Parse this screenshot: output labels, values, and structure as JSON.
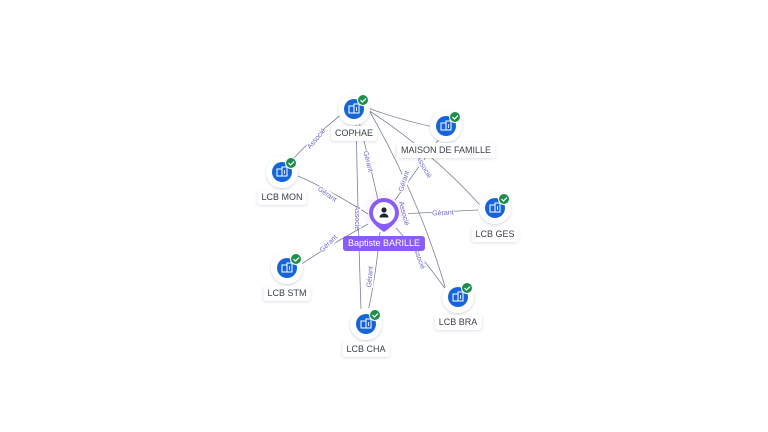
{
  "center": {
    "name": "Baptiste BARILLE",
    "icon": "person-icon",
    "color": "#8a5cf6"
  },
  "companies": [
    {
      "id": "cophae",
      "label": "COPHAE",
      "icon": "building-icon",
      "status": "verified"
    },
    {
      "id": "maison",
      "label": "MAISON DE FAMILLE",
      "icon": "building-icon",
      "status": "verified"
    },
    {
      "id": "lcbmon",
      "label": "LCB MON",
      "icon": "building-icon",
      "status": "verified"
    },
    {
      "id": "lcbges",
      "label": "LCB GES",
      "icon": "building-icon",
      "status": "verified"
    },
    {
      "id": "lcbstm",
      "label": "LCB STM",
      "icon": "building-icon",
      "status": "verified"
    },
    {
      "id": "lcbbra",
      "label": "LCB BRA",
      "icon": "building-icon",
      "status": "verified"
    },
    {
      "id": "lcbcha",
      "label": "LCB CHA",
      "icon": "building-icon",
      "status": "verified"
    }
  ],
  "edge_labels": {
    "associe": "Associé",
    "gerant": "Gérant"
  },
  "colors": {
    "accent": "#8a5cf6",
    "node": "#1565d8",
    "check": "#1e8e4e",
    "edge": "#7b8294",
    "edge_label": "#6a68c8"
  }
}
